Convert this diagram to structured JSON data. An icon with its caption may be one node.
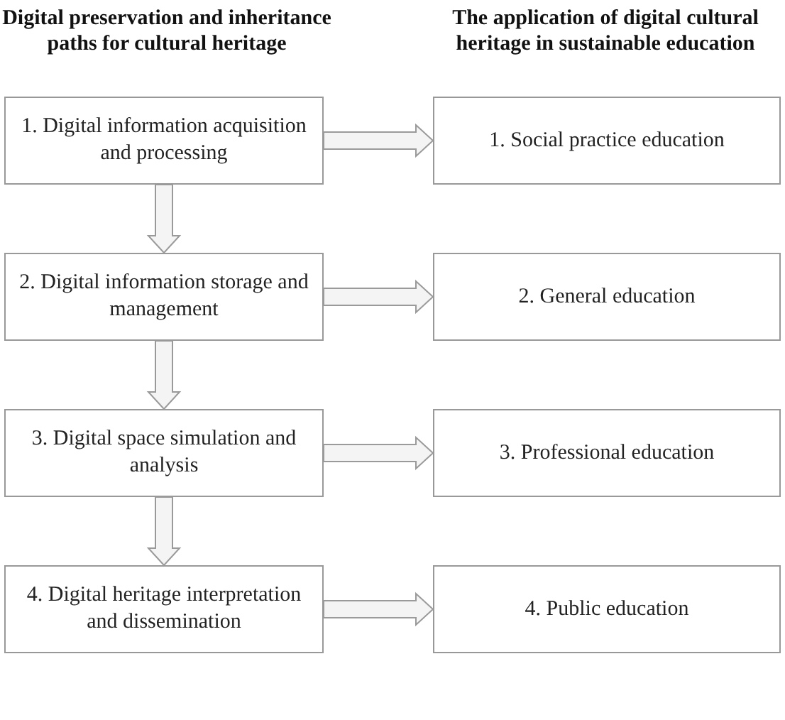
{
  "diagram": {
    "nodes": [
      {
        "text": [
          "1. Digital information acquisition and processing"
        ]
      },
      {
        "text": [
          "1. Social practice education"
        ]
      },
      {
        "text": [
          "2. Digital information storage and management"
        ]
      },
      {
        "text": [
          "2. General education"
        ]
      },
      {
        "text": [
          "3. Digital space simulation and analysis"
        ]
      },
      {
        "text": [
          "3. Professional education"
        ]
      },
      {
        "text": [
          "4. Digital heritage interpretation and dissemination"
        ]
      },
      {
        "text": [
          "4. Public education"
        ]
      }
    ],
    "edges": [
      {
        "from": 0,
        "to": 1,
        "arrow": "to"
      },
      {
        "from": 0,
        "to": 2,
        "arrow": "to"
      },
      {
        "from": 2,
        "to": 3,
        "arrow": "to"
      },
      {
        "from": 2,
        "to": 4,
        "arrow": "to"
      },
      {
        "from": 4,
        "to": 5,
        "arrow": "to"
      },
      {
        "from": 4,
        "to": 6,
        "arrow": "to"
      },
      {
        "from": 6,
        "to": 7,
        "arrow": "to"
      }
    ],
    "labels": [
      "Digital preservation and inheritance paths for cultural heritage",
      "The application of digital cultural heritage in sustainable education"
    ]
  }
}
